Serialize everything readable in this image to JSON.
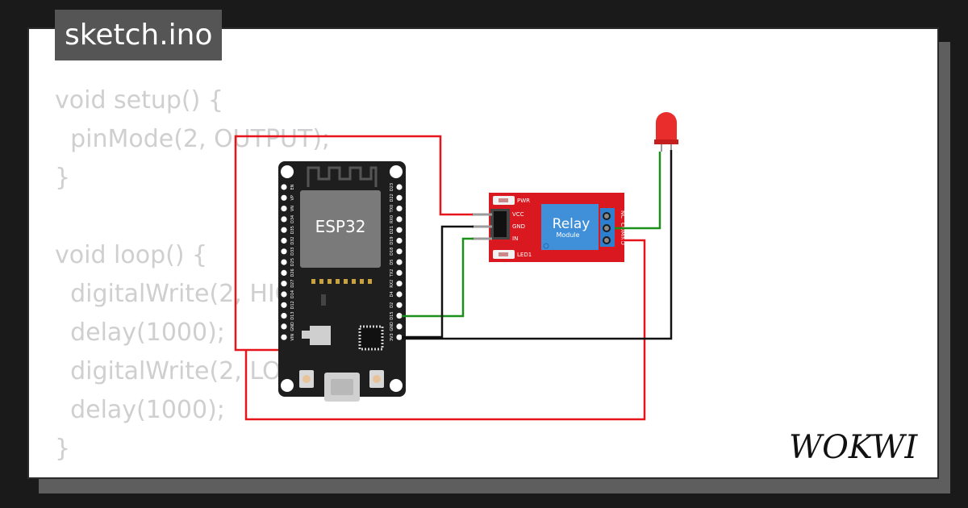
{
  "tab": {
    "filename": "sketch.ino"
  },
  "code": {
    "lines": [
      "void setup() {",
      "  pinMode(2, OUTPUT);",
      "}",
      "",
      "void loop() {",
      "  digitalWrite(2, HIGH);",
      "  delay(1000);",
      "  digitalWrite(2, LOW);",
      "  delay(1000);",
      "}"
    ]
  },
  "esp32": {
    "label": "ESP32",
    "left_pins": [
      "EN",
      "VP",
      "VN",
      "D34",
      "D35",
      "D32",
      "D33",
      "D25",
      "D26",
      "D27",
      "D14",
      "D12",
      "D13",
      "GND",
      "VIN"
    ],
    "right_pins": [
      "D23",
      "D22",
      "TX0",
      "RX0",
      "D21",
      "D19",
      "D18",
      "D5",
      "TX2",
      "RX2",
      "D4",
      "D2",
      "D15",
      "GND",
      "3V3"
    ]
  },
  "relay": {
    "title": "Relay",
    "subtitle": "Module",
    "pins": [
      "VCC",
      "GND",
      "IN"
    ],
    "leds": [
      "PWR",
      "LED1"
    ],
    "terminals": [
      "NC",
      "COM",
      "NO"
    ]
  },
  "brand": {
    "logo": "WOKWI"
  },
  "colors": {
    "wire_red": "#e8141b",
    "wire_green": "#1a8f1a",
    "wire_black": "#111111",
    "board": "#1e1e1e",
    "relay_pcb": "#d9191f",
    "relay_block": "#3f8fd9",
    "led": "#e92d2d"
  }
}
